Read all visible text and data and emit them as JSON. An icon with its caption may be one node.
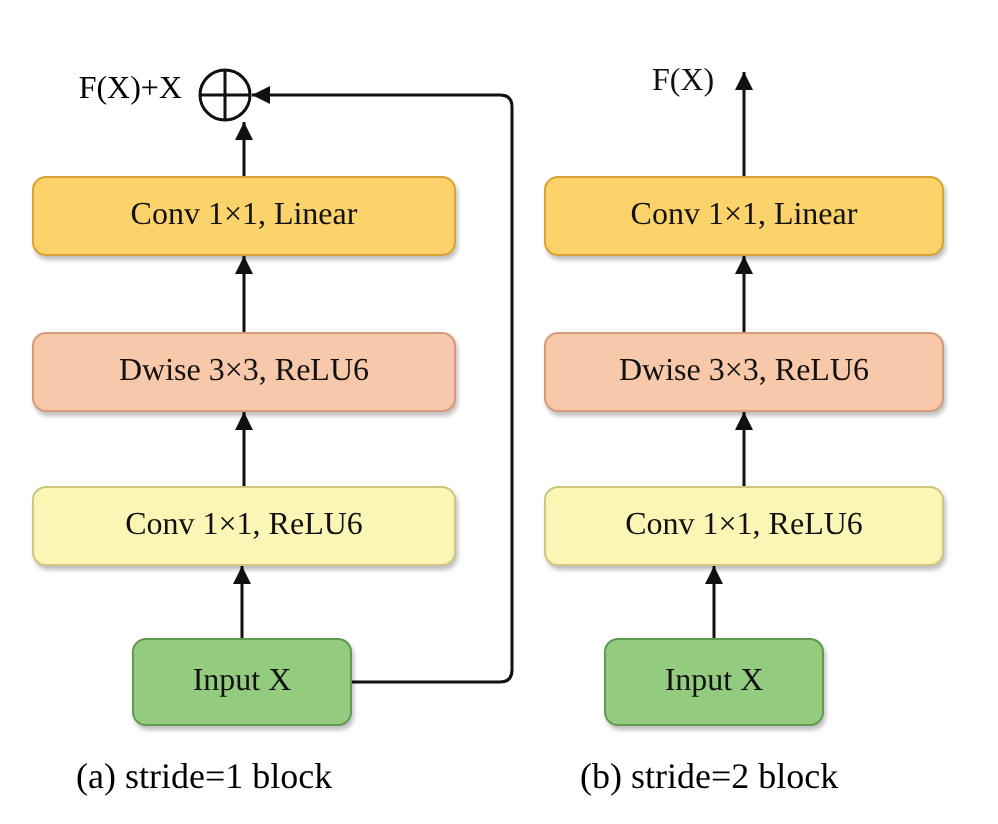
{
  "diagram": {
    "nodes": [
      {
        "text": [],
        "shape": "circle",
        "beside": [
          "F(X)+X"
        ]
      },
      {
        "text": [
          "F(X)"
        ]
      },
      {
        "text": [
          "Conv 1×1, Linear"
        ]
      },
      {
        "text": [
          "Conv 1×1, Linear"
        ]
      },
      {
        "text": [
          "Dwise 3×3, ReLU6"
        ]
      },
      {
        "text": [
          "Dwise 3×3, ReLU6"
        ]
      },
      {
        "text": [
          "Conv 1×1, ReLU6"
        ]
      },
      {
        "text": [
          "Conv 1×1, ReLU6"
        ]
      },
      {
        "text": [
          "Input X"
        ]
      },
      {
        "text": [
          "Input X"
        ]
      }
    ],
    "edges": [
      {
        "from": 8,
        "to": 6,
        "arrow": "to"
      },
      {
        "from": 6,
        "to": 4,
        "arrow": "to"
      },
      {
        "from": 4,
        "to": 2,
        "arrow": "to"
      },
      {
        "from": 2,
        "to": 0,
        "arrow": "to"
      },
      {
        "from": 8,
        "to": 0,
        "arrow": "to"
      },
      {
        "from": 9,
        "to": 7,
        "arrow": "to"
      },
      {
        "from": 7,
        "to": 5,
        "arrow": "to"
      },
      {
        "from": 5,
        "to": 3,
        "arrow": "to"
      },
      {
        "from": 3,
        "to": 1,
        "arrow": "to"
      }
    ],
    "labels": [
      "(a) stride=1 block",
      "(b) stride=2 block"
    ]
  }
}
